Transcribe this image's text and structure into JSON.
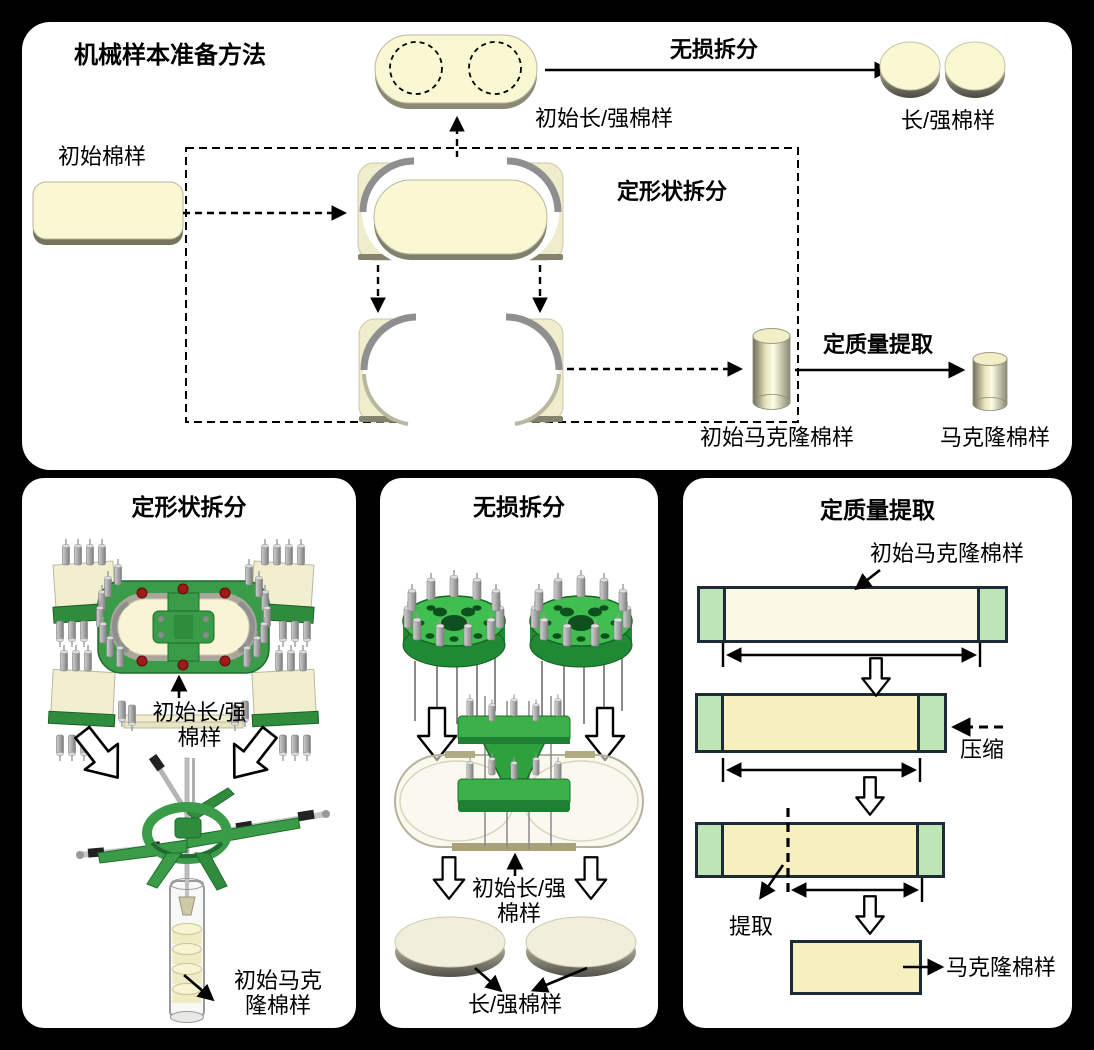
{
  "figure": {
    "title": "机械样本准备方法"
  },
  "colors": {
    "background": "#000000",
    "panel": "#ffffff",
    "cotton_cream": "#FAF8D2",
    "cotton_yellow": "#F6F0BE",
    "machine_green": "#3A9C48",
    "bright_green": "#41BE50",
    "cap_green": "#BDE5B8",
    "shadow_olive": "#75755F",
    "bar_border": "#1C2B35"
  },
  "overview": {
    "title": "机械样本准备方法",
    "initial_sample": "初始棉样",
    "initial_ls_sample": "初始长/强棉样",
    "lossless_split": "无损拆分",
    "ls_sample": "长/强棉样",
    "shape_split": "定形状拆分",
    "initial_mic_sample": "初始马克隆棉样",
    "mass_extract": "定质量提取",
    "mic_sample": "马克隆棉样"
  },
  "shape_split_panel": {
    "title": "定形状拆分",
    "initial_ls_line1": "初始长/强",
    "initial_ls_line2": "棉样",
    "initial_mic_line1": "初始马克",
    "initial_mic_line2": "隆棉样"
  },
  "lossless_split_panel": {
    "title": "无损拆分",
    "initial_ls_line1": "初始长/强",
    "initial_ls_line2": "棉样",
    "ls_sample": "长/强棉样"
  },
  "mass_extract_panel": {
    "title": "定质量提取",
    "initial_mic_sample": "初始马克隆棉样",
    "compress": "压缩",
    "extract": "提取",
    "mic_sample": "马克隆棉样"
  }
}
